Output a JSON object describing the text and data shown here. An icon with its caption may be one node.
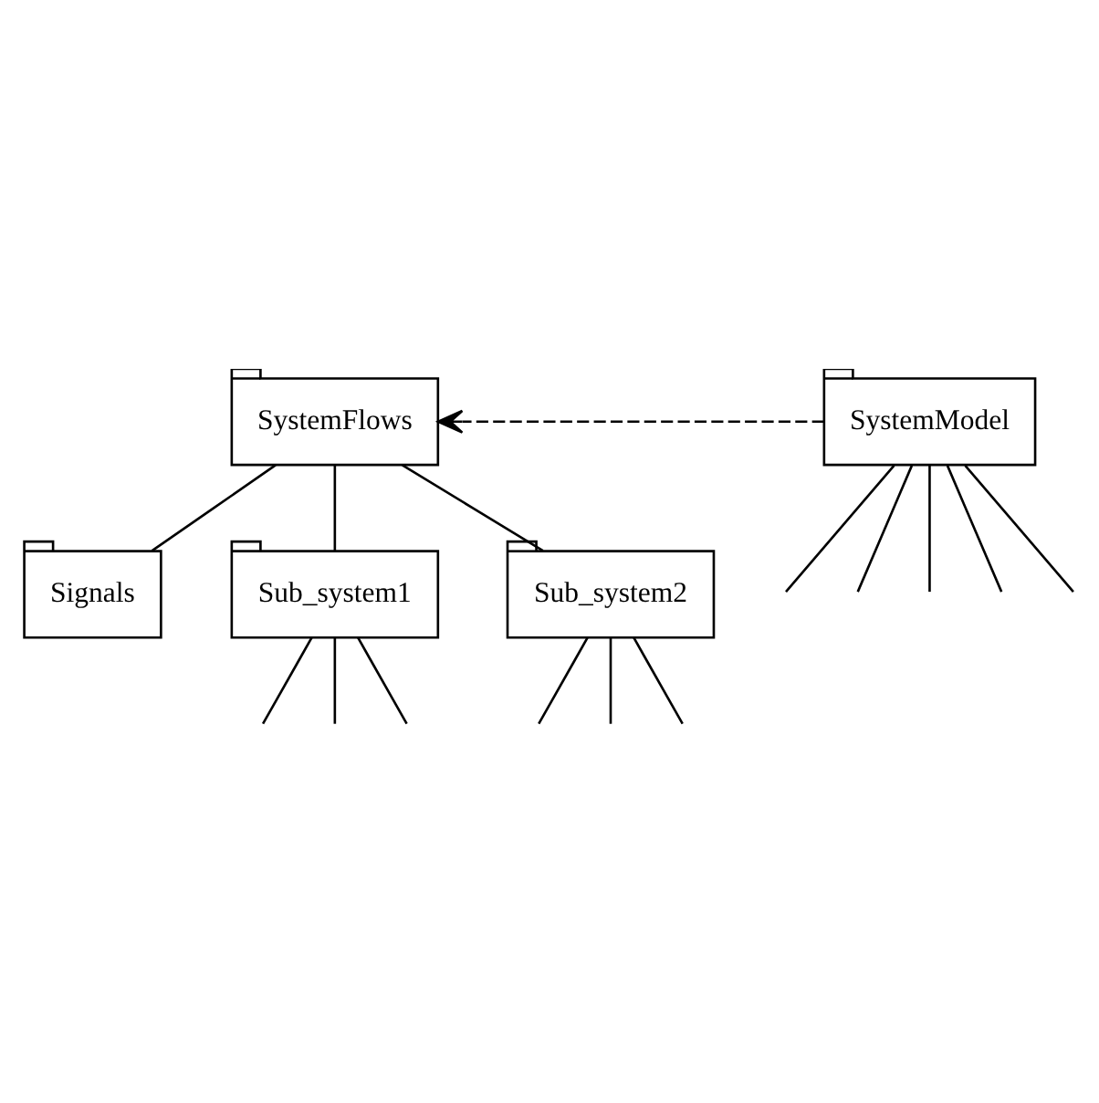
{
  "diagram": {
    "nodes": [
      {
        "text": [
          "SystemFlows"
        ]
      },
      {
        "text": [
          "SystemModel"
        ]
      },
      {
        "text": [
          "Signals"
        ]
      },
      {
        "text": [
          "Sub_system1"
        ]
      },
      {
        "text": [
          "Sub_system2"
        ]
      }
    ],
    "edges": [
      {
        "from": 1,
        "to": 0,
        "arrow": "to",
        "style": "dashed"
      },
      {
        "from": 0,
        "to": 2,
        "arrow": "none"
      },
      {
        "from": 0,
        "to": 3,
        "arrow": "none"
      },
      {
        "from": 0,
        "to": 4,
        "arrow": "none"
      },
      {
        "from": 1,
        "to": null,
        "arrow": "none"
      },
      {
        "from": 1,
        "to": null,
        "arrow": "none"
      },
      {
        "from": 1,
        "to": null,
        "arrow": "none"
      },
      {
        "from": 1,
        "to": null,
        "arrow": "none"
      },
      {
        "from": 1,
        "to": null,
        "arrow": "none"
      },
      {
        "from": 3,
        "to": null,
        "arrow": "none"
      },
      {
        "from": 3,
        "to": null,
        "arrow": "none"
      },
      {
        "from": 3,
        "to": null,
        "arrow": "none"
      },
      {
        "from": 4,
        "to": null,
        "arrow": "none"
      },
      {
        "from": 4,
        "to": null,
        "arrow": "none"
      },
      {
        "from": 4,
        "to": null,
        "arrow": "none"
      }
    ]
  }
}
